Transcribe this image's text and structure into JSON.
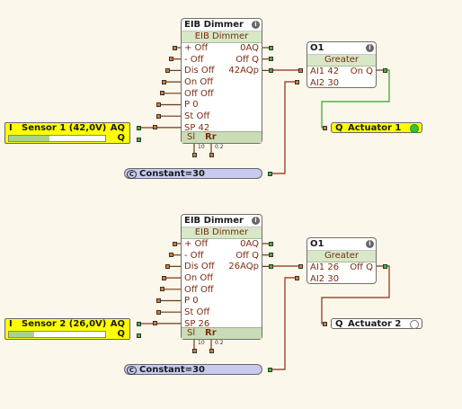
{
  "colors": {
    "wire_active": "#2da42d",
    "wire_inactive": "#8b2c14",
    "sensor_bg": "#ffff00",
    "actuator_on": "#ffff00",
    "actuator_off": "#ffffff"
  },
  "groups": [
    {
      "dimmer": {
        "title": "EIB Dimmer",
        "subtitle": "EIB Dimmer",
        "inputs": [
          "+ Off",
          "- Off",
          "Dis Off",
          "On Off",
          "Off Off",
          "P 0",
          "St Off",
          "SP 42"
        ],
        "outputs": [
          "0AQ",
          "Off Q",
          "42AQp"
        ],
        "footer_sl": "Sl",
        "footer_rr": "Rr",
        "param_a": "10",
        "param_b": "0.2"
      },
      "comparator": {
        "title": "O1",
        "subtitle": "Greater",
        "in1": "AI1 42",
        "in2": "AI2 30",
        "out": "On Q"
      },
      "sensor": {
        "prefix": "I",
        "name": "Sensor 1 (42,0V)",
        "aq": "AQ",
        "q": "Q",
        "level": 0.42
      },
      "actuator": {
        "prefix": "Q",
        "name": "Actuator 1",
        "state": "on"
      },
      "constant": {
        "icon": "C",
        "name": "Constant=30"
      }
    },
    {
      "dimmer": {
        "title": "EIB Dimmer",
        "subtitle": "EIB Dimmer",
        "inputs": [
          "+ Off",
          "- Off",
          "Dis Off",
          "On Off",
          "Off Off",
          "P 0",
          "St Off",
          "SP 26"
        ],
        "outputs": [
          "0AQ",
          "Off Q",
          "26AQp"
        ],
        "footer_sl": "Sl",
        "footer_rr": "Rr",
        "param_a": "10",
        "param_b": "0.2"
      },
      "comparator": {
        "title": "O1",
        "subtitle": "Greater",
        "in1": "AI1 26",
        "in2": "AI2 30",
        "out": "Off Q"
      },
      "sensor": {
        "prefix": "I",
        "name": "Sensor 2 (26,0V)",
        "aq": "AQ",
        "q": "Q",
        "level": 0.26
      },
      "actuator": {
        "prefix": "Q",
        "name": "Actuator 2",
        "state": "off"
      },
      "constant": {
        "icon": "C",
        "name": "Constant=30"
      }
    }
  ]
}
